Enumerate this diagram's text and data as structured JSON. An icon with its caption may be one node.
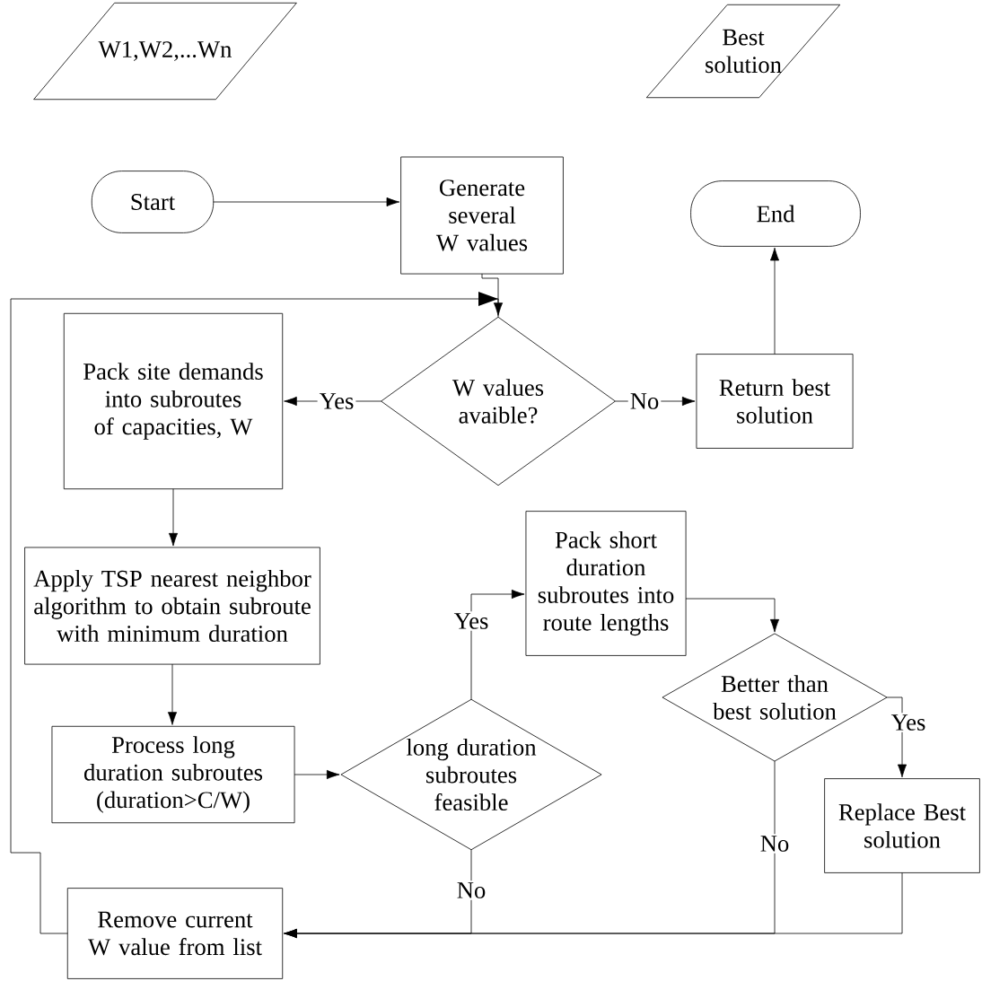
{
  "diagram": {
    "nodes": [
      {
        "text": [
          "W1,W2,...Wn"
        ]
      },
      {
        "text": [
          "Best solution"
        ]
      },
      {
        "text": [
          "Start"
        ]
      },
      {
        "text": [
          "Generate several W values"
        ]
      },
      {
        "text": [
          "End"
        ]
      },
      {
        "text": [
          "W values avaible?"
        ]
      },
      {
        "text": [
          "Pack site demands into subroutes of capacities, W"
        ]
      },
      {
        "text": [
          "Return best solution"
        ]
      },
      {
        "text": [
          "Apply TSP nearest neighbor algorithm to obtain subroute with minimum duration"
        ]
      },
      {
        "text": [
          "Pack short duration subroutes into route lengths"
        ]
      },
      {
        "text": [
          "Process long duration subroutes (duration>C/W)"
        ]
      },
      {
        "text": [
          "long duration subroutes feasible"
        ]
      },
      {
        "text": [
          "Better than best solution"
        ]
      },
      {
        "text": [
          "Replace Best solution"
        ]
      },
      {
        "text": [
          "Remove current W value from list"
        ]
      }
    ],
    "edges": [
      {
        "from": 2,
        "to": 3,
        "arrow": "to"
      },
      {
        "from": 3,
        "to": 5,
        "arrow": "to"
      },
      {
        "from": 14,
        "to": 5,
        "arrow": "to"
      },
      {
        "from": 5,
        "to": 6,
        "arrow": "to",
        "label": "Yes"
      },
      {
        "from": 5,
        "to": 7,
        "arrow": "to",
        "label": "No"
      },
      {
        "from": 7,
        "to": 4,
        "arrow": "to"
      },
      {
        "from": 6,
        "to": 8,
        "arrow": "to"
      },
      {
        "from": 8,
        "to": 10,
        "arrow": "to"
      },
      {
        "from": 10,
        "to": 11,
        "arrow": "to"
      },
      {
        "from": 11,
        "to": 9,
        "arrow": "to",
        "label": "Yes"
      },
      {
        "from": 9,
        "to": 12,
        "arrow": "to"
      },
      {
        "from": 12,
        "to": 13,
        "arrow": "to",
        "label": "Yes"
      },
      {
        "from": 12,
        "to": 14,
        "arrow": "to",
        "label": "No"
      },
      {
        "from": 11,
        "to": 14,
        "arrow": "to",
        "label": "No"
      },
      {
        "from": 13,
        "to": 14,
        "arrow": "to"
      }
    ]
  }
}
